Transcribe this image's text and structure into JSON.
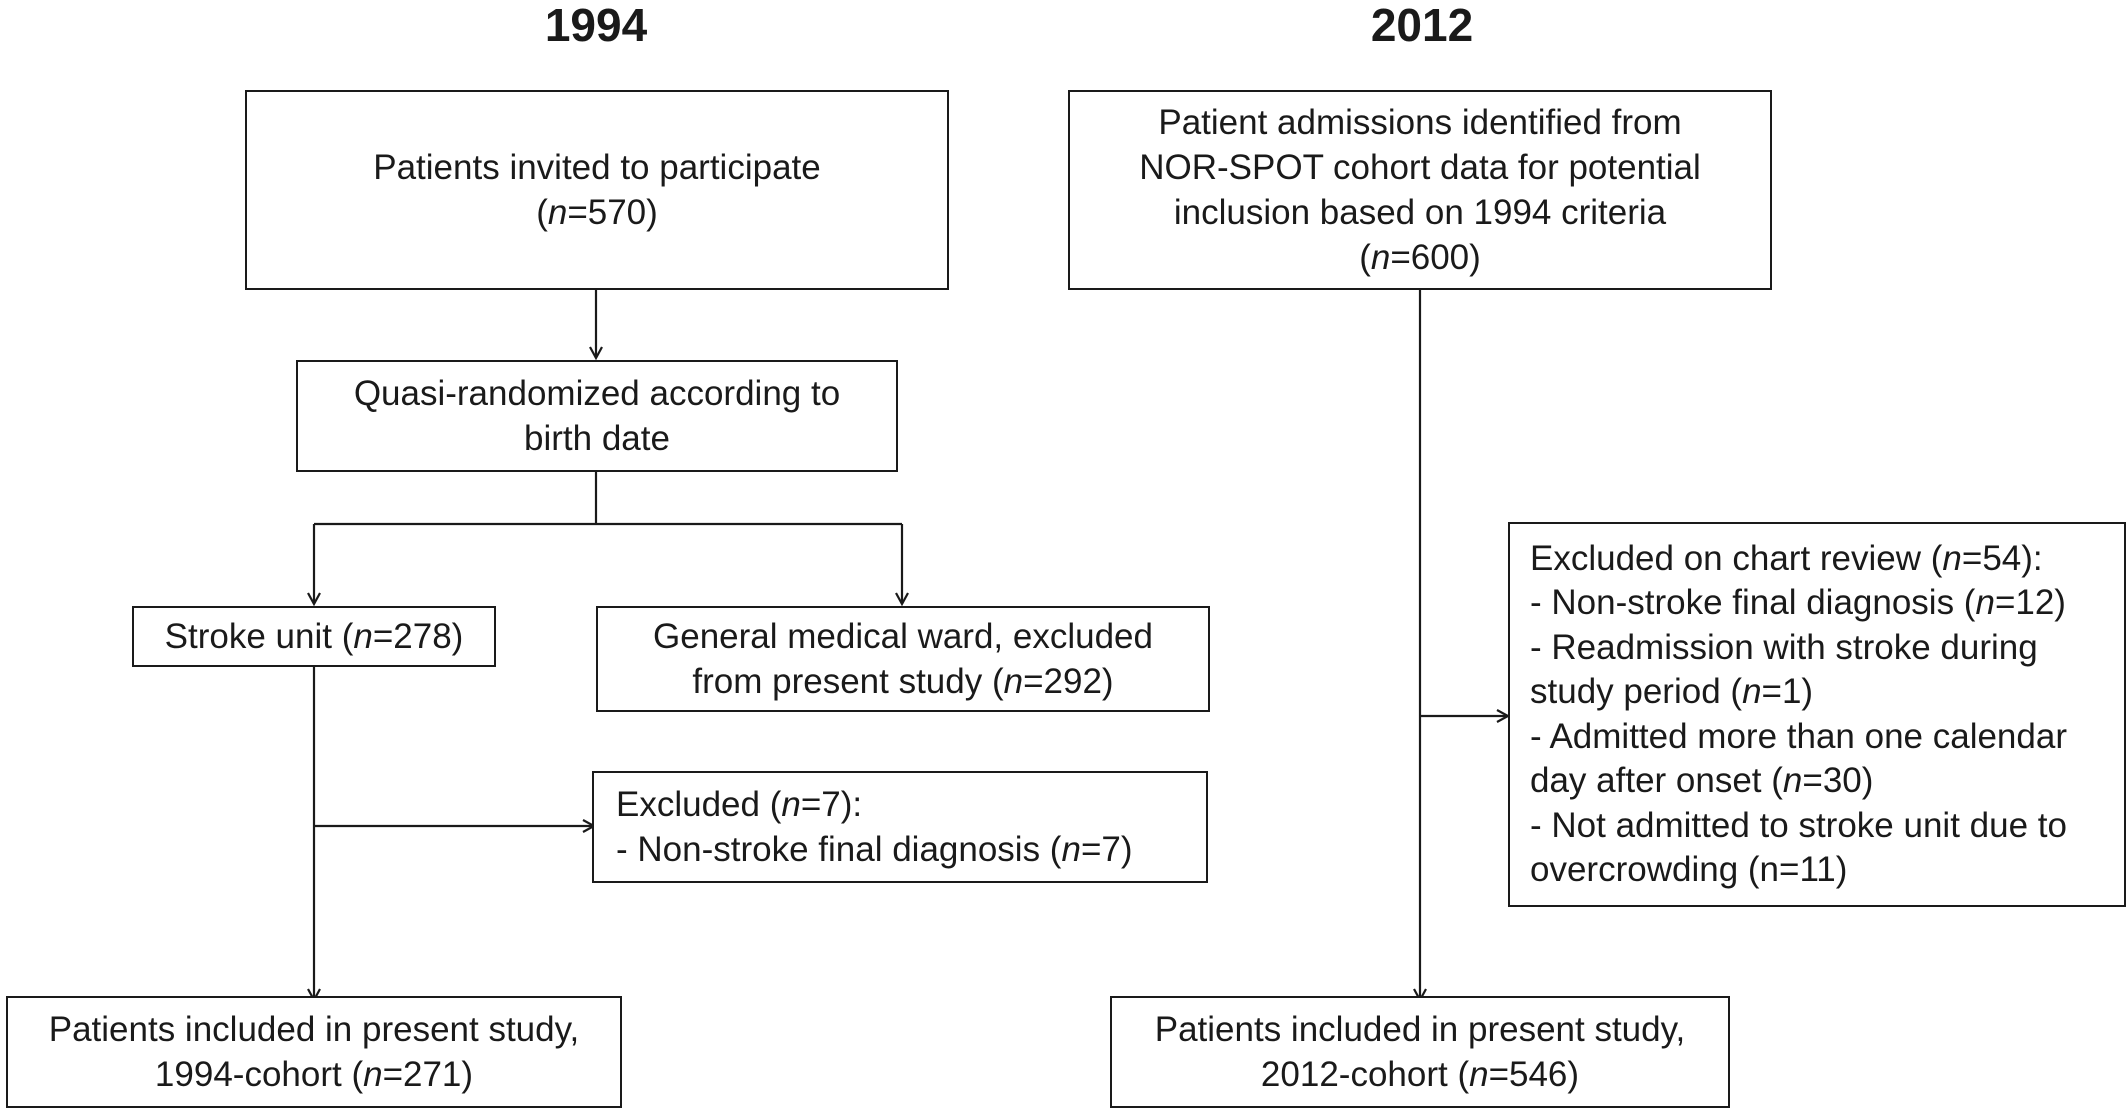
{
  "titles": {
    "left": "1994",
    "right": "2012"
  },
  "nodes": {
    "invited": {
      "line1": "Patients invited to participate",
      "n_prefix": "(",
      "n_var": "n",
      "n_suffix": "=570)"
    },
    "quasi": {
      "line1": "Quasi-randomized according to",
      "line2": "birth date"
    },
    "stroke_unit": {
      "prefix": "Stroke unit (",
      "n_var": "n",
      "suffix": "=278)"
    },
    "general_ward": {
      "line1": "General medical ward, excluded",
      "line2_prefix": "from present study (",
      "n_var": "n",
      "line2_suffix": "=292)"
    },
    "excluded_1994": {
      "line1_prefix": "Excluded (",
      "n_var1": "n",
      "line1_suffix": "=7):",
      "line2_prefix": "- Non-stroke final diagnosis (",
      "n_var2": "n",
      "line2_suffix": "=7)"
    },
    "included_1994": {
      "line1": "Patients included in present study,",
      "line2_prefix": "1994-cohort (",
      "n_var": "n",
      "line2_suffix": "=271)"
    },
    "admissions_2012": {
      "line1": "Patient admissions identified from",
      "line2": "NOR-SPOT cohort data for potential",
      "line3": "inclusion based on 1994 criteria",
      "n_prefix": "(",
      "n_var": "n",
      "n_suffix": "=600)"
    },
    "excluded_2012": {
      "l1_prefix": "Excluded on chart review (",
      "l1_var": "n",
      "l1_suffix": "=54):",
      "l2_prefix": "- Non-stroke final diagnosis (",
      "l2_var": "n",
      "l2_suffix": "=12)",
      "l3": "- Readmission with stroke during",
      "l4_prefix": "study period (",
      "l4_var": "n",
      "l4_suffix": "=1)",
      "l5": "- Admitted more than one calendar",
      "l6_prefix": "day after onset (",
      "l6_var": "n",
      "l6_suffix": "=30)",
      "l7": "- Not admitted to stroke unit due to",
      "l8": "overcrowding (n=11)"
    },
    "included_2012": {
      "line1": "Patients included in present study,",
      "line2_prefix": "2012-cohort (",
      "n_var": "n",
      "line2_suffix": "=546)"
    }
  },
  "colors": {
    "stroke": "#1a1a1a",
    "background": "#ffffff"
  }
}
